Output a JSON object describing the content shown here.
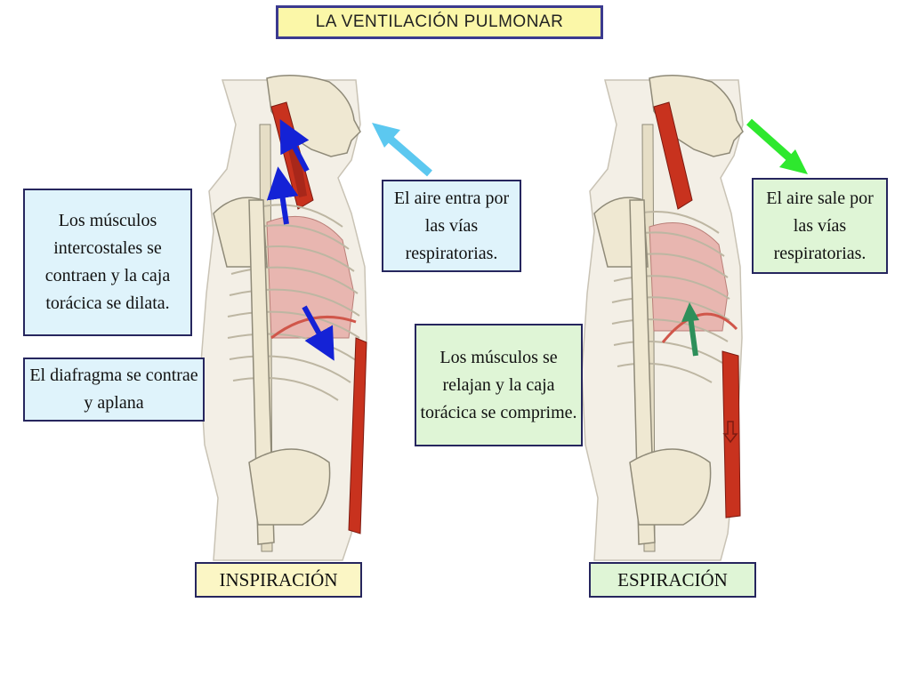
{
  "title": "LA VENTILACIÓN PULMONAR",
  "panels": {
    "inspiration": {
      "label": "INSPIRACIÓN",
      "air_note": "El aire entra por las vías respiratorias.",
      "muscles_note": "Los músculos intercostales se contraen y la caja torácica se dilata.",
      "diaphragm_note": "El diafragma se contrae y aplana"
    },
    "expiration": {
      "label": "ESPIRACIÓN",
      "air_note": "El aire sale por las vías respiratorias.",
      "muscles_note": "Los músculos se relajan y la caja torácica se comprime."
    }
  },
  "colors": {
    "title_bg": "#fbf7a8",
    "blue_box_bg": "#dff3fb",
    "green_box_bg": "#dff5d6",
    "label_box_bg": "#fbf6c5",
    "air_in_arrow": "#5cc8f0",
    "air_out_arrow": "#2ee82e",
    "muscle_arrow": "#1422d6",
    "diaphragm_up_arrow": "#2e8f5a",
    "muscle": "#c8321e",
    "bone": "#efe8d2",
    "lung": "#e8b6b0"
  }
}
